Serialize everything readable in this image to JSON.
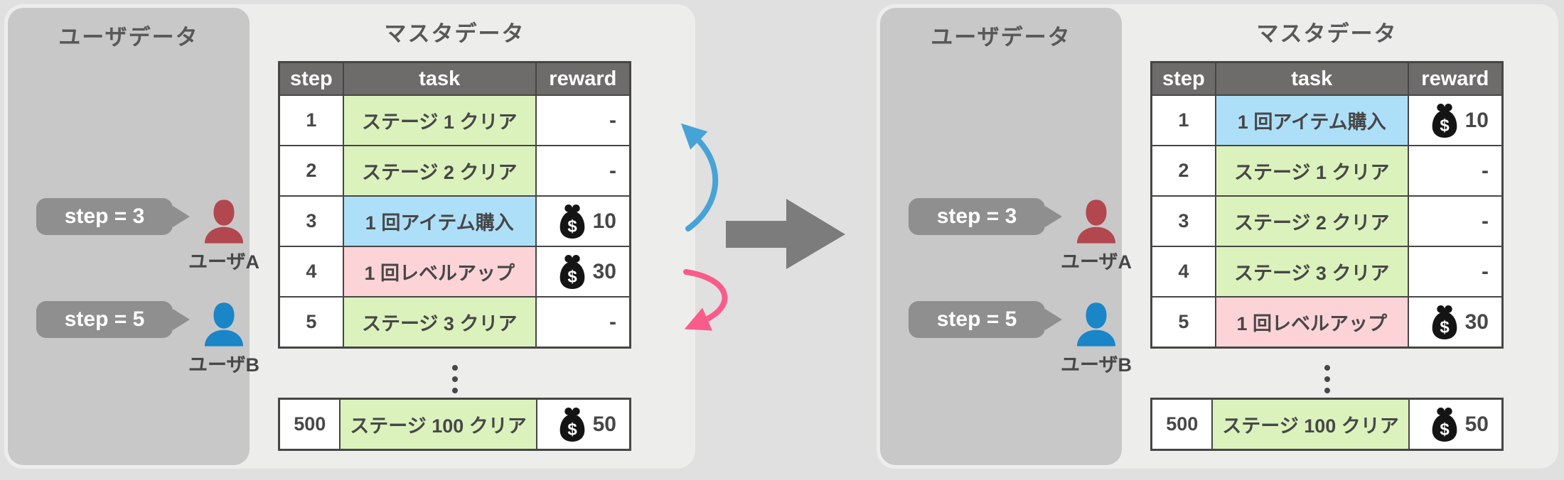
{
  "colors": {
    "page_bg": "#e0e0e0",
    "group_bg": "#ededec",
    "user_panel_bg": "#c9c8c8",
    "header_bg": "#6e6b6b",
    "header_text": "#ffffff",
    "row_green": "#dcf2bd",
    "row_blue": "#aedff8",
    "row_pink": "#fcd3d7",
    "bubble_bg": "#8f8f8f",
    "bubble_text": "#ffffff",
    "user_a": "#b3474f",
    "user_b": "#1a86c8",
    "arrow_up": "#47a3d6",
    "arrow_down": "#f95c8a",
    "big_arrow": "#7c7c7c",
    "text": "#474747",
    "title_text": "#585858",
    "border": "#464646",
    "bag": "#141414"
  },
  "left": {
    "user_panel": {
      "title": "ユーザデータ",
      "users": [
        {
          "bubble": "step = 3",
          "name": "ユーザA"
        },
        {
          "bubble": "step = 5",
          "name": "ユーザB"
        }
      ]
    },
    "master_panel": {
      "title": "マスタデータ",
      "columns": [
        "step",
        "task",
        "reward"
      ],
      "rows": [
        {
          "step": "1",
          "task": "ステージ 1 クリア",
          "highlight": "green",
          "reward": "-"
        },
        {
          "step": "2",
          "task": "ステージ 2 クリア",
          "highlight": "green",
          "reward": "-"
        },
        {
          "step": "3",
          "task": "1 回アイテム購入",
          "highlight": "blue",
          "reward": "10"
        },
        {
          "step": "4",
          "task": "1 回レベルアップ",
          "highlight": "pink",
          "reward": "30"
        },
        {
          "step": "5",
          "task": "ステージ 3 クリア",
          "highlight": "green",
          "reward": "-"
        }
      ],
      "ellipsis_dot_count": 3,
      "bottom_rows": [
        {
          "step": "500",
          "task": "ステージ 100 クリア",
          "highlight": "green",
          "reward": "50"
        }
      ]
    }
  },
  "right": {
    "user_panel": {
      "title": "ユーザデータ",
      "users": [
        {
          "bubble": "step = 3",
          "name": "ユーザA"
        },
        {
          "bubble": "step = 5",
          "name": "ユーザB"
        }
      ]
    },
    "master_panel": {
      "title": "マスタデータ",
      "columns": [
        "step",
        "task",
        "reward"
      ],
      "rows": [
        {
          "step": "1",
          "task": "1 回アイテム購入",
          "highlight": "blue",
          "reward": "10"
        },
        {
          "step": "2",
          "task": "ステージ 1 クリア",
          "highlight": "green",
          "reward": "-"
        },
        {
          "step": "3",
          "task": "ステージ 2 クリア",
          "highlight": "green",
          "reward": "-"
        },
        {
          "step": "4",
          "task": "ステージ 3 クリア",
          "highlight": "green",
          "reward": "-"
        },
        {
          "step": "5",
          "task": "1 回レベルアップ",
          "highlight": "pink",
          "reward": "30"
        }
      ],
      "ellipsis_dot_count": 3,
      "bottom_rows": [
        {
          "step": "500",
          "task": "ステージ 100 クリア",
          "highlight": "green",
          "reward": "50"
        }
      ]
    }
  }
}
